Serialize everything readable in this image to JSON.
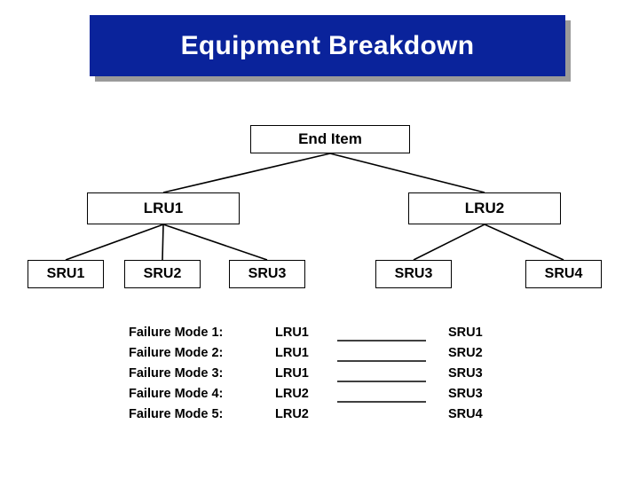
{
  "title": {
    "text": "Equipment Breakdown",
    "banner_color": "#0a239b",
    "shadow_color": "#9a9a9a",
    "text_color": "#ffffff"
  },
  "tree": {
    "levels": [
      {
        "name": "end-item",
        "nodes": [
          {
            "id": "end-item",
            "label": "End Item"
          }
        ]
      },
      {
        "name": "lru",
        "nodes": [
          {
            "id": "lru1",
            "label": "LRU1"
          },
          {
            "id": "lru2",
            "label": "LRU2"
          }
        ]
      },
      {
        "name": "sru",
        "nodes": [
          {
            "id": "sru1",
            "label": "SRU1"
          },
          {
            "id": "sru2",
            "label": "SRU2"
          },
          {
            "id": "sru3a",
            "label": "SRU3"
          },
          {
            "id": "sru3b",
            "label": "SRU3"
          },
          {
            "id": "sru4",
            "label": "SRU4"
          }
        ]
      }
    ],
    "edges": [
      {
        "from": "end-item",
        "to": "lru1"
      },
      {
        "from": "end-item",
        "to": "lru2"
      },
      {
        "from": "lru1",
        "to": "sru1"
      },
      {
        "from": "lru1",
        "to": "sru2"
      },
      {
        "from": "lru1",
        "to": "sru3a"
      },
      {
        "from": "lru2",
        "to": "sru3b"
      },
      {
        "from": "lru2",
        "to": "sru4"
      }
    ],
    "line_color": "#000000",
    "box_border_color": "#000000",
    "box_fill_color": "#ffffff"
  },
  "failure_modes": {
    "rows": [
      {
        "label": "Failure Mode 1:",
        "from": "LRU1",
        "to": "SRU1"
      },
      {
        "label": "Failure Mode 2:",
        "from": "LRU1",
        "to": "SRU2"
      },
      {
        "label": "Failure Mode 3:",
        "from": "LRU1",
        "to": "SRU3"
      },
      {
        "label": "Failure Mode 4:",
        "from": "LRU2",
        "to": "SRU3"
      },
      {
        "label": "Failure Mode 5:",
        "from": "LRU2",
        "to": "SRU4"
      }
    ]
  }
}
